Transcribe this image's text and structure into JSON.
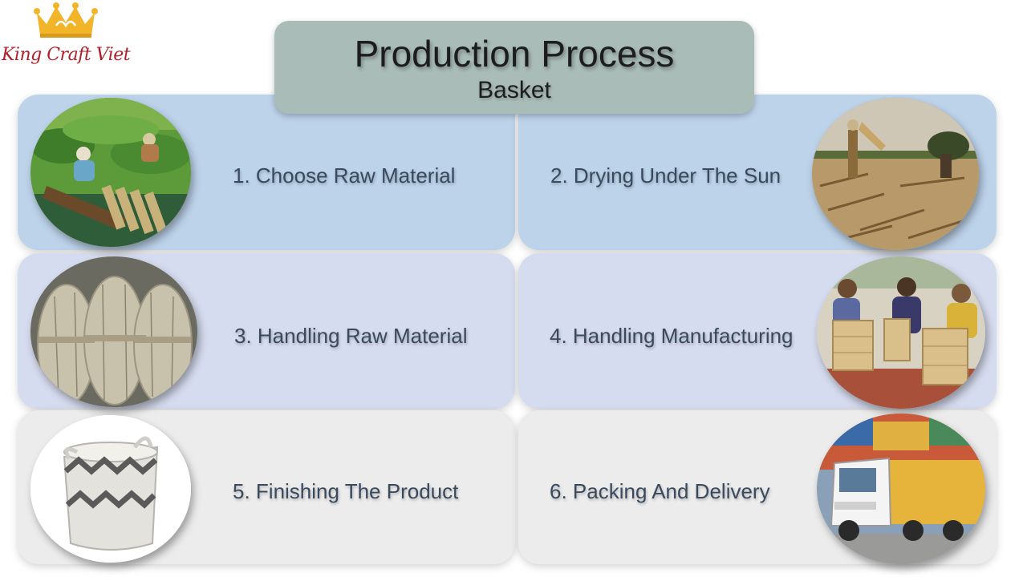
{
  "brand": {
    "name": "King Craft Viet",
    "logo_icon": "crown-icon",
    "color": "#b0202a",
    "crown_color": "#f2b52a"
  },
  "header": {
    "title": "Production Process",
    "subtitle": "Basket"
  },
  "steps": [
    {
      "label": "1. Choose Raw Material",
      "photo": "water-hyacinth-harvest"
    },
    {
      "label": "2. Drying Under The Sun",
      "photo": "sun-drying-field"
    },
    {
      "label": "3. Handling Raw Material",
      "photo": "fiber-bundles"
    },
    {
      "label": "4. Handling Manufacturing",
      "photo": "weaving-workers"
    },
    {
      "label": "5. Finishing The Product",
      "photo": "woven-basket"
    },
    {
      "label": "6. Packing And Delivery",
      "photo": "delivery-truck"
    }
  ],
  "colors": {
    "row1": "#bdd3ea",
    "row2": "#d6dcef",
    "row3": "#ececec",
    "title_box": "#a9bcb8"
  }
}
